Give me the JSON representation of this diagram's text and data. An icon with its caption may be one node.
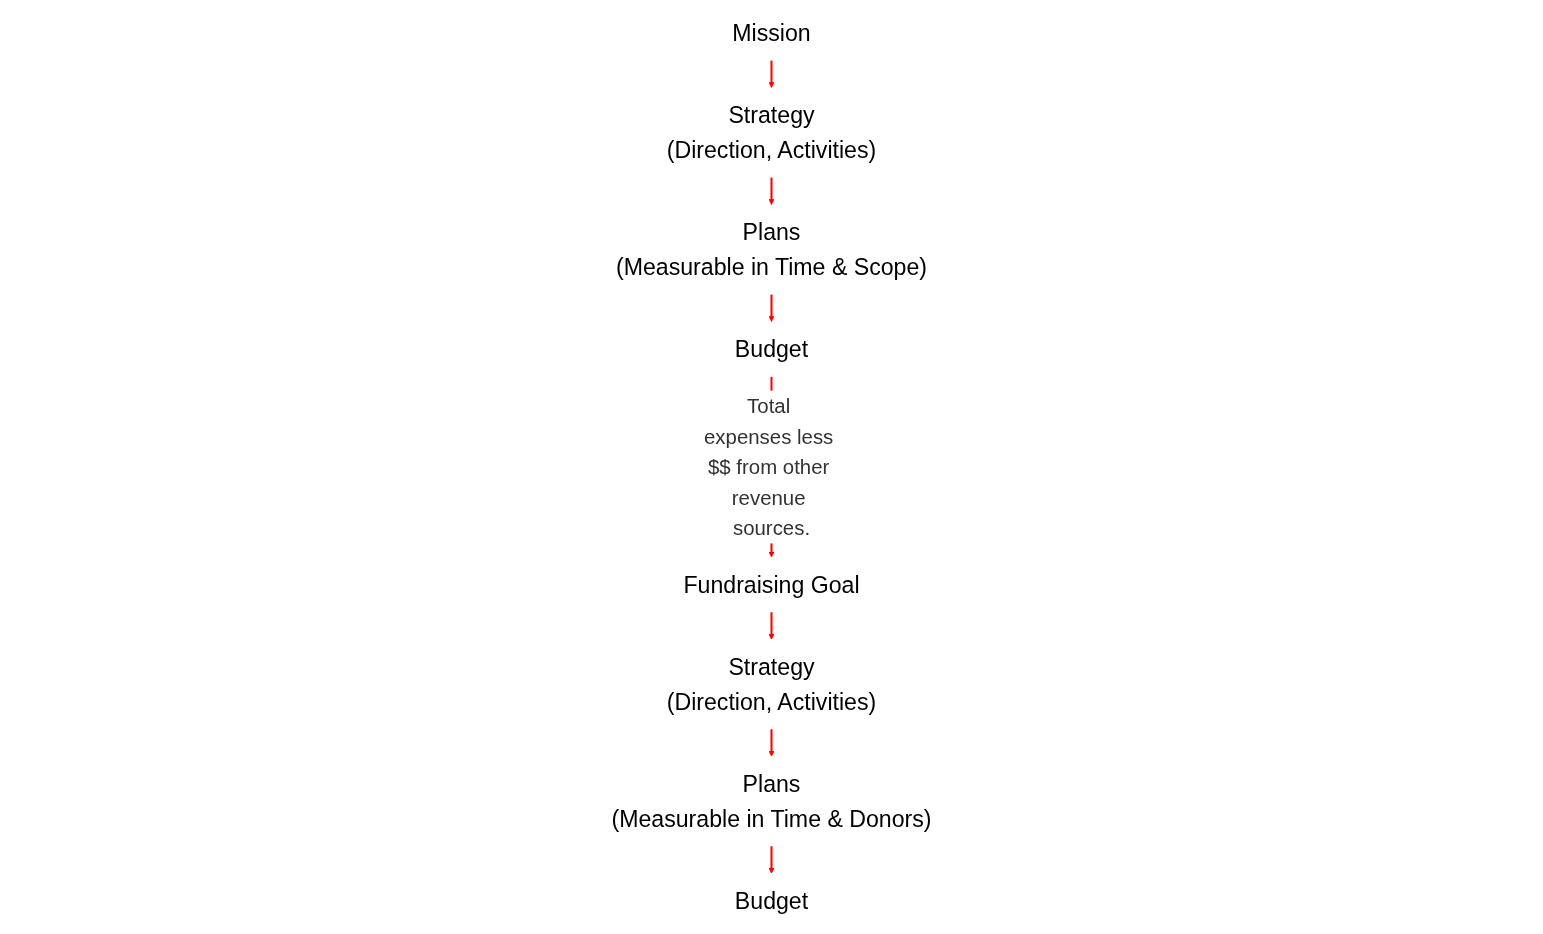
{
  "diagram": {
    "nodes": [
      {
        "text": [
          "Mission"
        ]
      },
      {
        "text": [
          "Strategy",
          "(Direction, Activities)"
        ]
      },
      {
        "text": [
          "Plans",
          "(Measurable in Time & Scope)"
        ]
      },
      {
        "text": [
          "Budget"
        ]
      },
      {
        "text": [
          "Fundraising Goal"
        ]
      },
      {
        "text": [
          "Strategy",
          "(Direction, Activities)"
        ]
      },
      {
        "text": [
          "Plans",
          "(Measurable in Time & Donors)"
        ]
      },
      {
        "text": [
          "Budget"
        ]
      }
    ],
    "edges": [
      {
        "from": 0,
        "to": 1,
        "arrow": "to"
      },
      {
        "from": 1,
        "to": 2,
        "arrow": "to"
      },
      {
        "from": 2,
        "to": 3,
        "arrow": "to"
      },
      {
        "from": 3,
        "to": 4,
        "arrow": "to",
        "label": "Total expenses less $$ from other revenue sources."
      },
      {
        "from": 4,
        "to": 5,
        "arrow": "to"
      },
      {
        "from": 5,
        "to": 6,
        "arrow": "to"
      },
      {
        "from": 6,
        "to": 7,
        "arrow": "to"
      }
    ]
  }
}
